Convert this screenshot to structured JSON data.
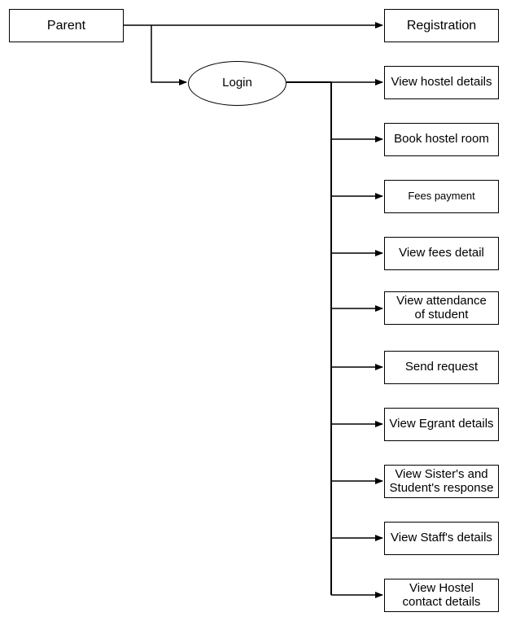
{
  "parent": {
    "label": "Parent"
  },
  "login": {
    "label": "Login"
  },
  "registration": {
    "label": "Registration"
  },
  "actions": [
    {
      "label": "View hostel details"
    },
    {
      "label": "Book hostel room"
    },
    {
      "label": "Fees payment"
    },
    {
      "label": "View fees detail"
    },
    {
      "label": "View attendance\nof student"
    },
    {
      "label": "Send request"
    },
    {
      "label": "View Egrant details"
    },
    {
      "label": "View Sister's and\nStudent's response"
    },
    {
      "label": "View Staff's details"
    },
    {
      "label": "View Hostel\ncontact details"
    }
  ]
}
